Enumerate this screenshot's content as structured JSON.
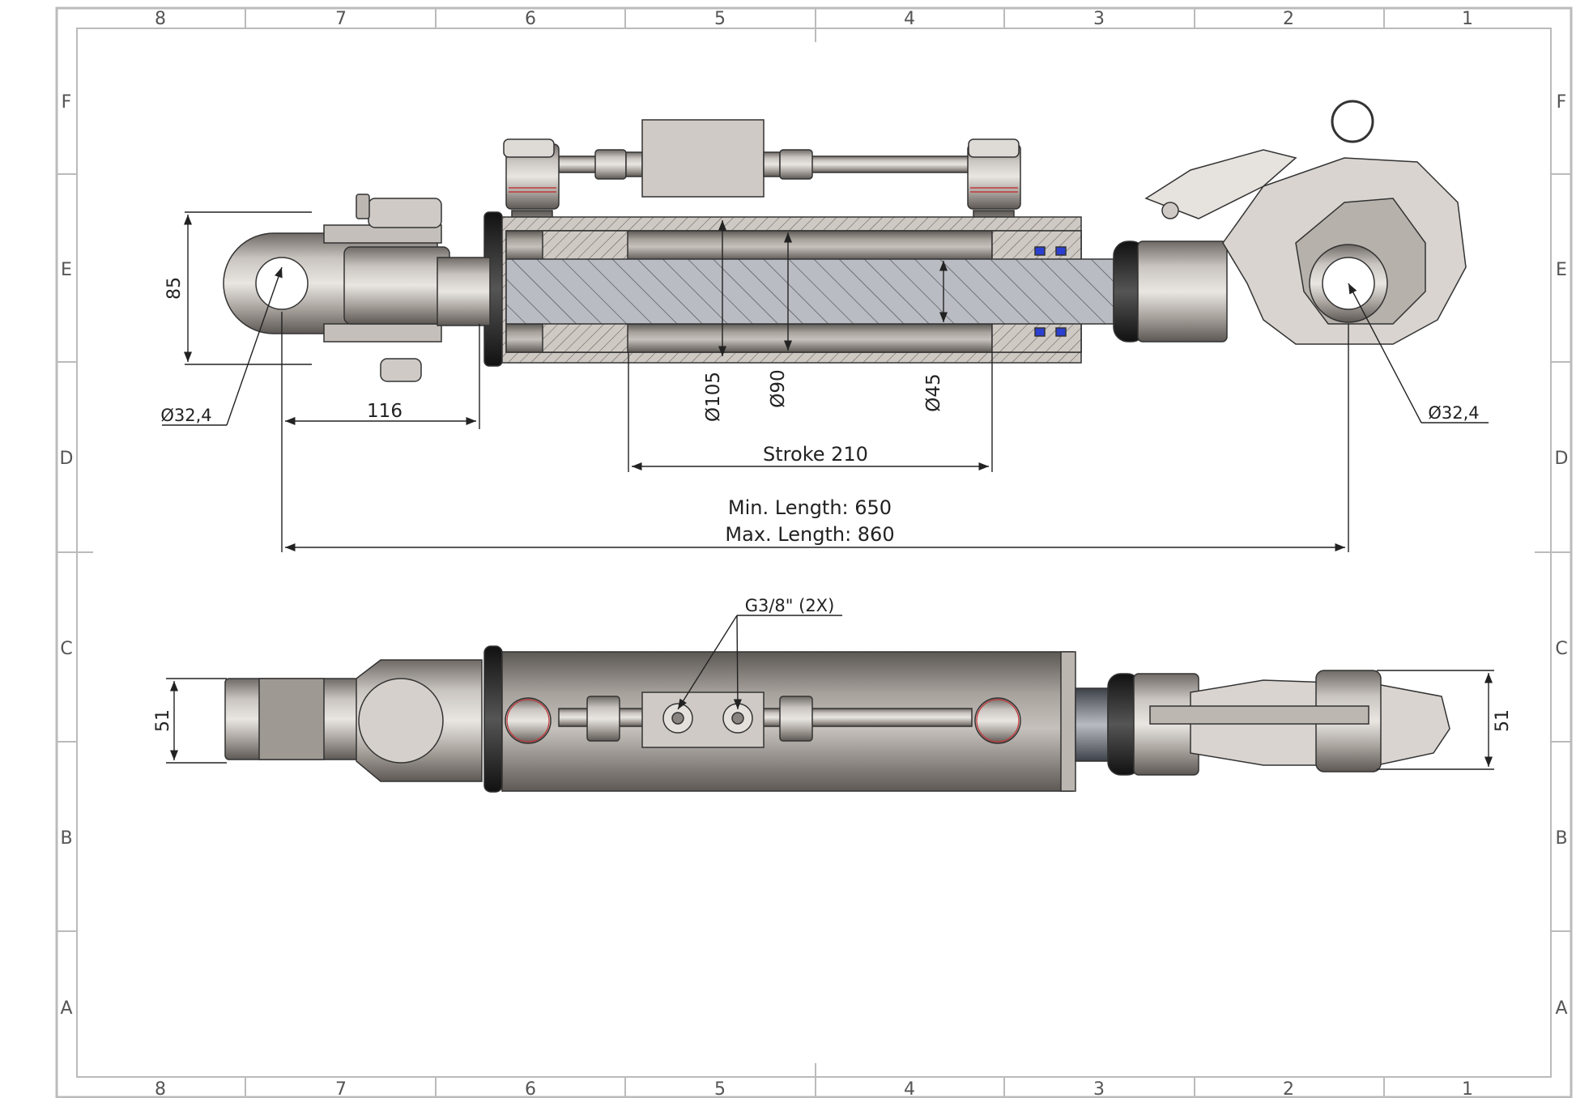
{
  "sheet": {
    "columns": [
      "8",
      "7",
      "6",
      "5",
      "4",
      "3",
      "2",
      "1"
    ],
    "rows": [
      "F",
      "E",
      "D",
      "C",
      "B",
      "A"
    ]
  },
  "dimensions": {
    "height_85": "85",
    "bore_left": "Ø32,4",
    "offset_116": "116",
    "dia_105": "Ø105",
    "dia_90": "Ø90",
    "dia_45": "Ø45",
    "stroke": "Stroke 210",
    "min_length": "Min. Length: 650",
    "max_length": "Max. Length: 860",
    "bore_right": "Ø32,4",
    "port": "G3/8\" (2X)",
    "width_left": "51",
    "width_right": "51"
  }
}
